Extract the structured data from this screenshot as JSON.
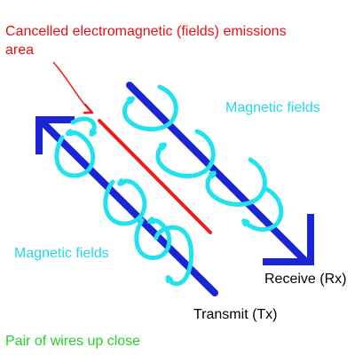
{
  "title": {
    "line1": "Cancelled electromagnetic (fields) emissions",
    "line2": "area"
  },
  "labels": {
    "magnetic_right": "Magnetic fields",
    "magnetic_left": "Magnetic fields",
    "receive": "Receive (Rx)",
    "transmit": "Transmit (Tx)",
    "footer": "Pair of wires up close"
  },
  "colors": {
    "wire": "#1c25d6",
    "field_loops": "#22e2ee",
    "cancellation_line": "#ee1c1c",
    "title_text": "#e81010",
    "field_text": "#22d8ec",
    "footer_text": "#28d028",
    "label_text": "#000000"
  }
}
